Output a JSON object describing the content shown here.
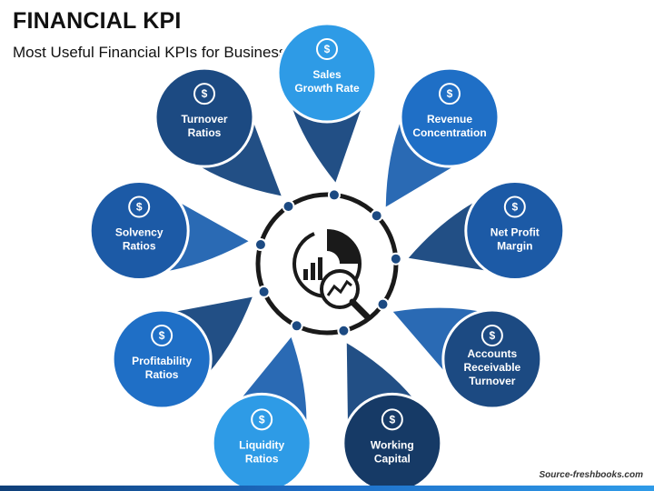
{
  "header": {
    "title": "FINANCIAL KPI",
    "subtitle": "Most Useful Financial KPIs for Business Strategy"
  },
  "footer": {
    "source": "Source-freshbooks.com"
  },
  "center": {
    "icon": "analytics-magnifier-icon"
  },
  "colors": {
    "dark": "#1c4a82",
    "navy": "#163a66",
    "mid": "#1f6fc6",
    "light": "#2e9be6",
    "ring": "#1a1a1a"
  },
  "kpis": [
    {
      "lines": [
        "Sales",
        "Growth Rate"
      ],
      "icon": "growth-chart-icon",
      "color": "#2e9be6"
    },
    {
      "lines": [
        "Revenue",
        "Concentration"
      ],
      "icon": "concentration-arrows-icon",
      "color": "#1f6fc6"
    },
    {
      "lines": [
        "Net Profit",
        "Margin"
      ],
      "icon": "profit-pie-icon",
      "color": "#1c5aa6"
    },
    {
      "lines": [
        "Accounts",
        "Receivable",
        "Turnover"
      ],
      "icon": "receivable-documents-icon",
      "color": "#1c4a82"
    },
    {
      "lines": [
        "Working",
        "Capital"
      ],
      "icon": "dollar-gears-icon",
      "color": "#163a66"
    },
    {
      "lines": [
        "Liquidity",
        "Ratios"
      ],
      "icon": "balance-scale-icon",
      "color": "#2e9be6"
    },
    {
      "lines": [
        "Profitability",
        "Ratios"
      ],
      "icon": "money-bag-growth-icon",
      "color": "#1f6fc6"
    },
    {
      "lines": [
        "Solvency",
        "Ratios"
      ],
      "icon": "clock-dollar-icon",
      "color": "#1c5aa6"
    },
    {
      "lines": [
        "Turnover",
        "Ratios"
      ],
      "icon": "dollar-cycle-icon",
      "color": "#1c4a82"
    }
  ]
}
